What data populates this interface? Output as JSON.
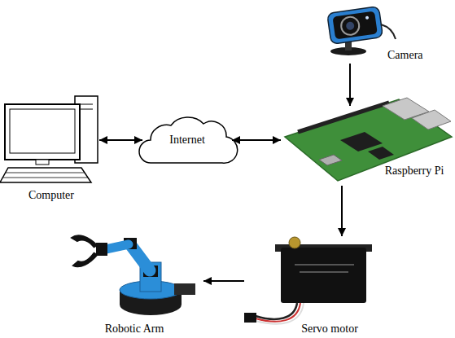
{
  "diagram": {
    "nodes": [
      {
        "text": [
          "Camera"
        ]
      },
      {
        "text": [
          "Computer"
        ]
      },
      {
        "text": [
          "Internet"
        ]
      },
      {
        "text": [
          "Raspberry Pi"
        ]
      },
      {
        "text": [
          "Robotic Arm"
        ]
      },
      {
        "text": [
          "Servo motor"
        ]
      }
    ],
    "edges": [
      {
        "from": 1,
        "to": 2,
        "arrow": "both"
      },
      {
        "from": 2,
        "to": 3,
        "arrow": "both"
      },
      {
        "from": 0,
        "to": 3,
        "arrow": "to"
      },
      {
        "from": 3,
        "to": 5,
        "arrow": "to"
      },
      {
        "from": 5,
        "to": 4,
        "arrow": "to"
      }
    ]
  }
}
